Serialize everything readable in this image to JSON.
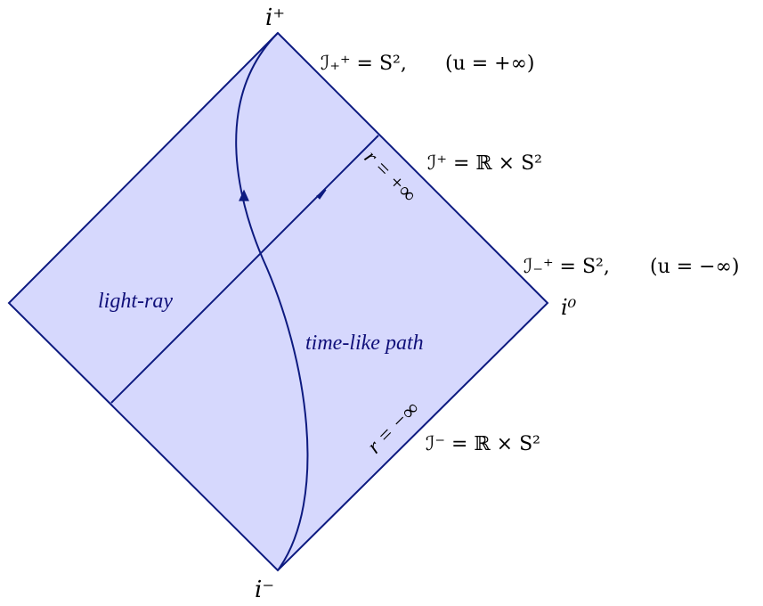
{
  "colors": {
    "region_fill": "#d6d8fd",
    "stroke": "#0d1a80",
    "text": "#000000",
    "annotation_text": "#10107a"
  },
  "labels": {
    "i_plus": "i⁺",
    "i_minus": "i⁻",
    "i_zero": "i⁰",
    "scri_plus_plus": "ℐ₊⁺ = S²,",
    "scri_plus_plus_u": "(u = +∞)",
    "scri_plus": "ℐ⁺ = ℝ × S²",
    "scri_plus_minus": "ℐ₋⁺ = S²,",
    "scri_plus_minus_u": "(u = −∞)",
    "scri_minus": "ℐ⁻ = ℝ × S²",
    "r_plus_inf": "r = +∞",
    "r_minus_inf": "r = −∞",
    "light_ray": "light-ray",
    "time_like_path": "time-like path"
  }
}
